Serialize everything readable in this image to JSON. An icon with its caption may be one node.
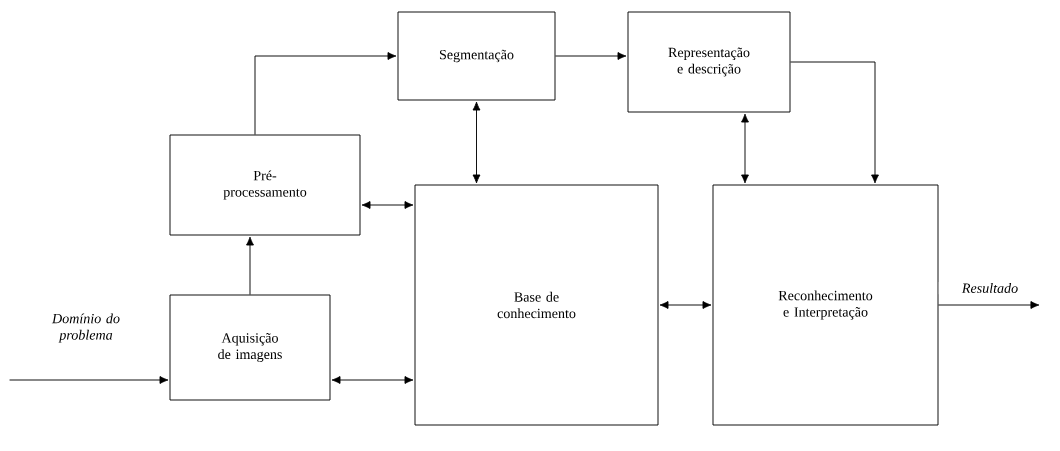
{
  "diagram": {
    "nodes": [
      {
        "text": [
          "Aquisição de imagens"
        ]
      },
      {
        "text": [
          "Pré- processamento"
        ]
      },
      {
        "text": [
          "Segmentação"
        ]
      },
      {
        "text": [
          "Representação e descrição"
        ]
      },
      {
        "text": [
          "Base de conhecimento"
        ]
      },
      {
        "text": [
          "Reconhecimento e Interpretação"
        ]
      }
    ],
    "edges": [
      {
        "from": 0,
        "to": 1,
        "arrow": "to"
      },
      {
        "from": 1,
        "to": 2,
        "arrow": "to"
      },
      {
        "from": 2,
        "to": 3,
        "arrow": "to"
      },
      {
        "from": 3,
        "to": 5,
        "arrow": "to"
      },
      {
        "from": 2,
        "to": 4,
        "arrow": "both"
      },
      {
        "from": 1,
        "to": 4,
        "arrow": "both"
      },
      {
        "from": 0,
        "to": 4,
        "arrow": "both"
      },
      {
        "from": 3,
        "to": 5,
        "arrow": "both"
      },
      {
        "from": 4,
        "to": 5,
        "arrow": "both"
      },
      {
        "from": null,
        "to": 0,
        "arrow": "to",
        "label": "Domínio do problema"
      },
      {
        "from": 5,
        "to": null,
        "arrow": "to",
        "label": "Resultado"
      }
    ]
  }
}
